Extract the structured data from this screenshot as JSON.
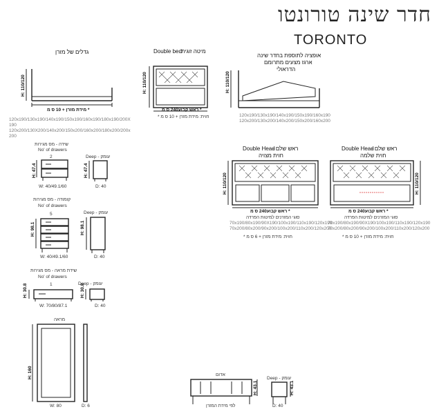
{
  "header": {
    "title_he": "חדר שינה טורונטו",
    "title_en": "TORONTO"
  },
  "options_section": {
    "heading_lines": [
      "אופציה לתוספת בחדר שינה",
      "ארגז מצעים מתרומם",
      "הדראולי"
    ],
    "height_dim": "H: 110/120",
    "sizes_line1": "120x190/130x190/140x190/150x190/160x190",
    "sizes_line2": "120x200/130x200/140x200/150x200/160x200"
  },
  "double_bed": {
    "heading_he": "מיטה זוגית",
    "heading_en": "Double bed",
    "height_dim": "H: 110/120",
    "width_dim": "* ראש קבוע240 ס מ",
    "note": "חוית: מידת מזרן + 10 ס מ *"
  },
  "mattress_sizes": {
    "heading": "גדלים של מזרן",
    "height_dim": "H: 110/120",
    "width_dim": "* מידת מזרן + 10 ס מ",
    "sizes_line1": "120x190/130x190/140x190/150x190/160x190/180x190/200X",
    "sizes_line2": "190",
    "sizes_line3": "120x200/130X200/140x200/150x200/160x200/180x200/200x",
    "sizes_line4": "200"
  },
  "bedside": {
    "heading_he": "שידה - מס מגירות",
    "heading_en": "No' of drawers",
    "drawers": "2",
    "height_dim": "H: 47.4",
    "width_dim": "W: 40/49.1/60",
    "deep_label": "Deep - עומק",
    "deep_height": "H: 47.4",
    "deep_dim": "D: 40"
  },
  "dresser": {
    "heading_he": "קומודה - מס מגירות",
    "heading_en": "No' of drawers",
    "drawers": "5",
    "height_dim": "H: 98.1",
    "width_dim": "W: 40/49.1/60",
    "deep_label": "Deep - עומק",
    "deep_height": "H: 98.1",
    "deep_dim": "D: 40"
  },
  "mirror_chest": {
    "heading_he": "שידת מראה - מס מגירות",
    "heading_en": "No' of drawers",
    "drawers": "1",
    "height_dim": "H: 30.8",
    "width_dim": "W: 70/80/87.1",
    "deep_label": "Deep - עומק",
    "deep_height": "H: 30.8",
    "deep_dim": "D: 40"
  },
  "mirror": {
    "heading": "מראה",
    "height_dim": "H: 160",
    "width_dim": "W: 80",
    "deep_dim": "D: 6"
  },
  "headboard_storage": {
    "heading_en": "Double Head",
    "heading_he1": "ראש שלם -",
    "heading_he2": "חוית מצויה",
    "height_dim": "H: 110/120",
    "width_dim": "* ראש קבוע240 ס מ",
    "sub": "סוגי המזרנים למיטות הפרדה",
    "sizes_line1": "70x190/80x190/90X190/100x190/110x190/120x190",
    "sizes_line2": "70x200/80x200/90x200/100x200/110x200/120x200",
    "note": "חוית: מידת מזרן + 6 ס מ *"
  },
  "headboard_full": {
    "heading_en": "Double Head",
    "heading_he1": "ראש שלם -",
    "heading_he2": "חוית שלמה",
    "height_dim": "H: 110/120",
    "width_dim": "* ראש קבוע240 ס מ",
    "sub": "סוגי המזרנים למיטות הפרדה",
    "sizes_line1": "70x190/80x190/90X190/100x190/110x190/120x190",
    "sizes_line2": "70x200/80x200/90x200/100x200/110x200/120x200",
    "note": "חוית: מידת מזרן + 10 ס מ *"
  },
  "tv_unit": {
    "heading": "אדום",
    "height_dim": "H: 43.1",
    "width_dim": "לפי מידת המזרן",
    "deep_label": "Deep - עומק",
    "deep_height": "H: 43.1",
    "deep_dim": "D: 40"
  }
}
